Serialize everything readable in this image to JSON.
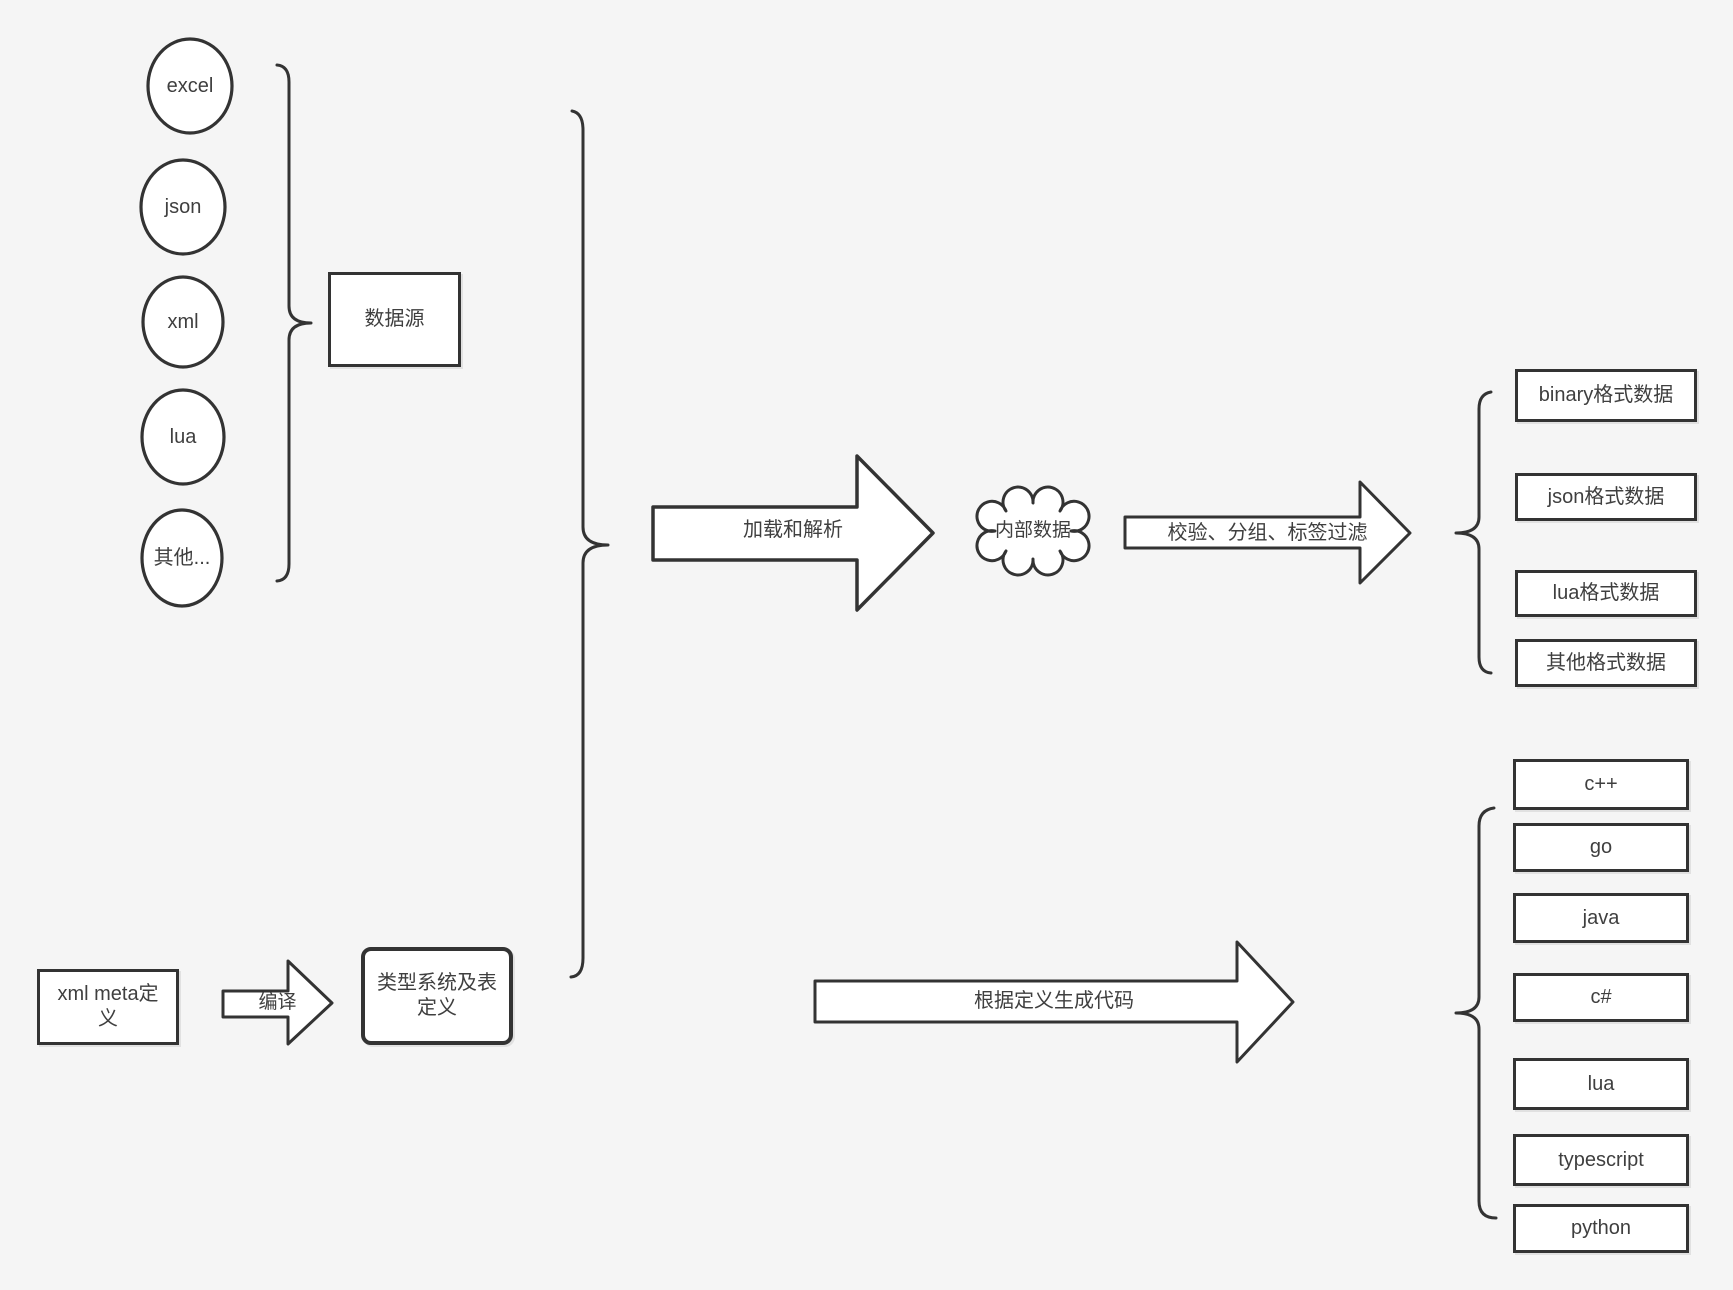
{
  "canvas": {
    "background": "#f5f5f5",
    "stroke_color": "#333333",
    "text_color": "#3f3f3f",
    "node_fill": "#ffffff"
  },
  "source_group": {
    "label": "数据源",
    "items": [
      {
        "label": "excel"
      },
      {
        "label": "json"
      },
      {
        "label": "xml"
      },
      {
        "label": "lua"
      },
      {
        "label": "其他..."
      }
    ]
  },
  "pipeline": {
    "load_parse_label": "加载和解析",
    "internal_data_label": "内部数据",
    "filter_label": "校验、分组、标签过滤"
  },
  "data_outputs": [
    {
      "label": "binary格式数据"
    },
    {
      "label": "json格式数据"
    },
    {
      "label": "lua格式数据"
    },
    {
      "label": "其他格式数据"
    }
  ],
  "definition_flow": {
    "xml_meta_label": "xml meta定义",
    "compile_label": "编译",
    "type_system_label": "类型系统及表定义",
    "generate_label": "根据定义生成代码"
  },
  "code_outputs": [
    {
      "label": "c++"
    },
    {
      "label": "go"
    },
    {
      "label": "java"
    },
    {
      "label": "c#"
    },
    {
      "label": "lua"
    },
    {
      "label": "typescript"
    },
    {
      "label": "python"
    }
  ]
}
